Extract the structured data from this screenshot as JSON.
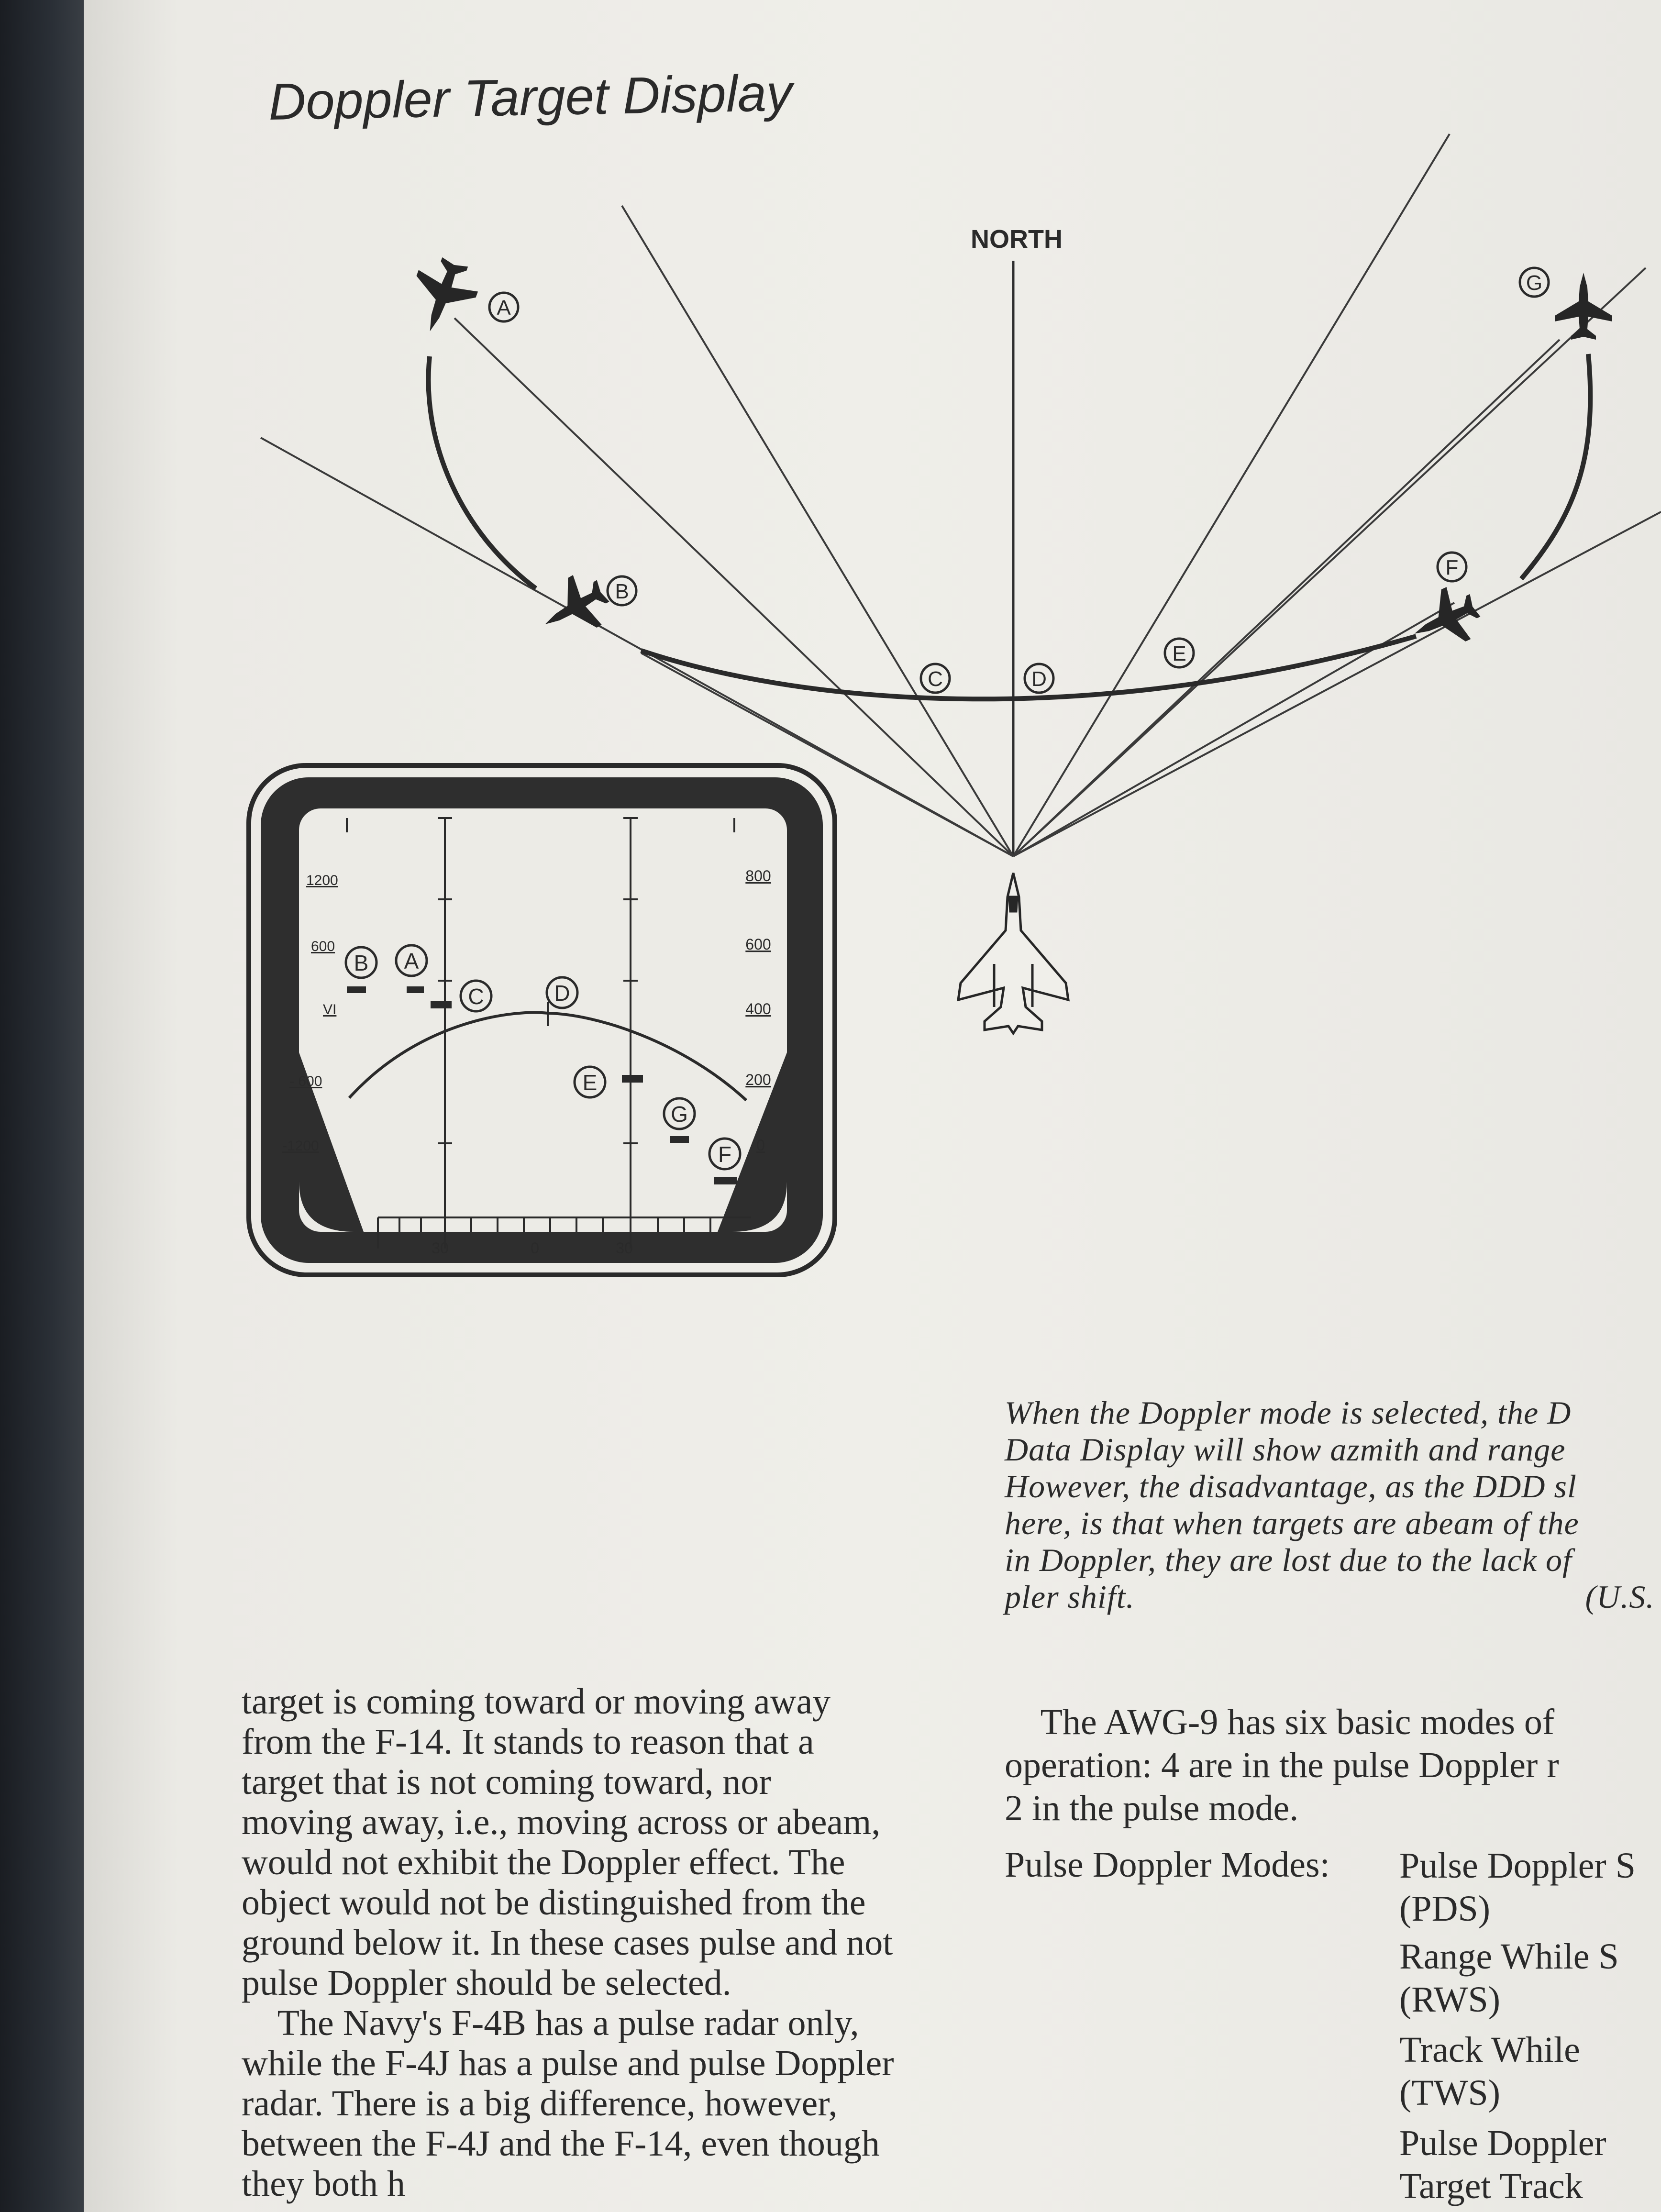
{
  "figure": {
    "title": "Doppler Target Display",
    "north_label": "NORTH",
    "target_markers": [
      "A",
      "B",
      "C",
      "D",
      "E",
      "F",
      "G"
    ],
    "icons": [
      "fighter-jet-icon",
      "enemy-aircraft-icon"
    ],
    "display": {
      "left_scale": [
        "1200",
        "600",
        "VI",
        "- 600",
        "-1200"
      ],
      "right_scale": [
        "800",
        "600",
        "400",
        "200",
        "0"
      ],
      "bottom_scale": [
        "30",
        "0",
        "30"
      ],
      "markers": [
        "B",
        "A",
        "C",
        "D",
        "E",
        "G",
        "F"
      ]
    }
  },
  "caption": {
    "lines": [
      "When the Doppler mode is selected, the D",
      "Data Display will show azmith and range",
      "However, the disadvantage, as the DDD sl",
      "here, is that when targets are abeam of the",
      "in Doppler, they are lost due to the lack of",
      "pler shift."
    ],
    "source": "(U.S. I"
  },
  "left_column": {
    "lines": [
      "target is coming toward or moving away",
      "from the F-14. It stands to reason that a",
      "target that is not coming toward, nor",
      "moving away, i.e., moving across or abeam,",
      "would not exhibit the Doppler effect. The",
      "object would not be distinguished from the",
      "ground below it. In these cases pulse and not",
      "pulse Doppler should be selected.",
      "    The Navy's F-4B has a pulse radar only,",
      "while the F-4J has a pulse and pulse Doppler",
      "radar. There is a big difference, however,",
      "between the F-4J and the F-14, even though",
      "they both h"
    ]
  },
  "right_column": {
    "lines": [
      "    The AWG-9 has six basic modes of",
      "operation: 4 are in the pulse Doppler r",
      "2 in the pulse mode."
    ],
    "modes_label": "Pulse Doppler Modes:",
    "modes": [
      "Pulse Doppler S",
      "(PDS)",
      "Range While S",
      "(RWS)",
      "Track While",
      "(TWS)",
      "Pulse Doppler",
      "Target Track"
    ]
  },
  "colors": {
    "paper": "#ecebe6",
    "ink": "#2b2b2b",
    "binding": "#1f2329"
  }
}
